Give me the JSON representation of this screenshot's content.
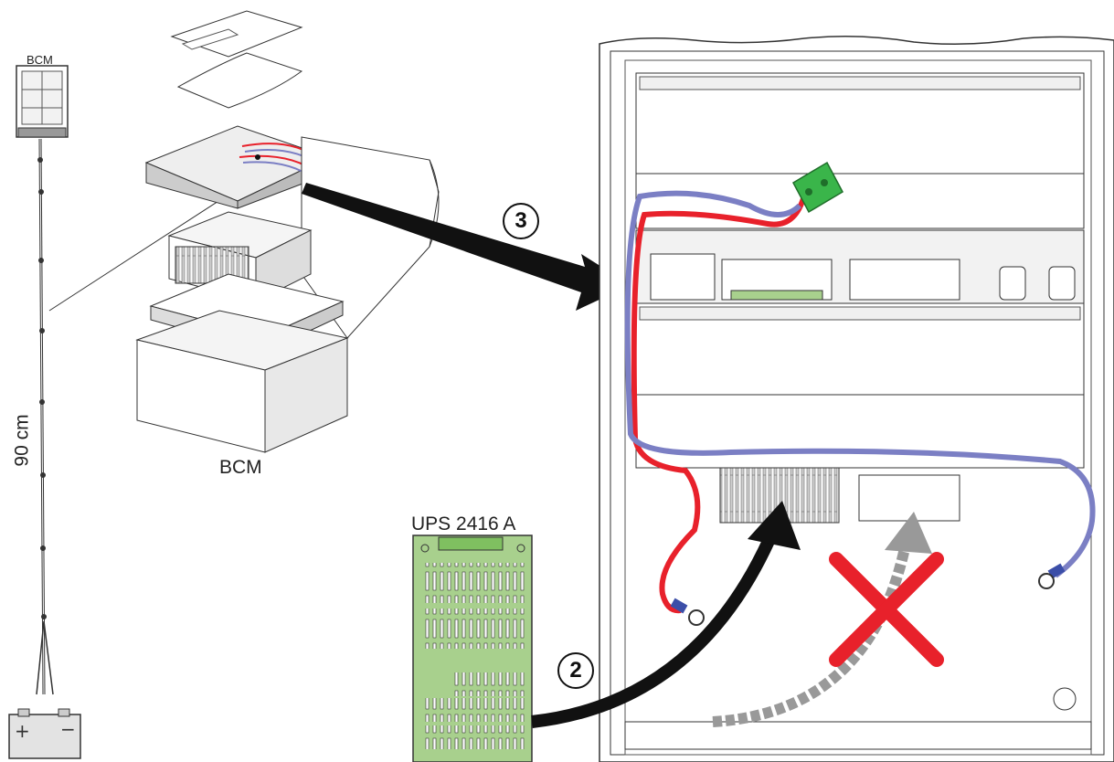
{
  "labels": {
    "bcm_small": "BCM",
    "bcm_module": "BCM",
    "ups_module": "UPS 2416 A",
    "cable_length": "90 cm"
  },
  "steps": {
    "step_2": "2",
    "step_3": "3"
  },
  "battery": {
    "plus": "+",
    "minus": "−"
  },
  "icons": [
    "battery-icon",
    "cross-mark-icon",
    "ring-terminal-icon",
    "connector-plug-icon"
  ],
  "colors": {
    "cable_red": "#e8212b",
    "cable_blue": "#7b7fc4",
    "connector_green": "#3ab54a",
    "ups_green": "#a8d08d",
    "cross_red": "#e8212b",
    "arrow_black": "#111111",
    "arrow_gray": "#999999"
  }
}
